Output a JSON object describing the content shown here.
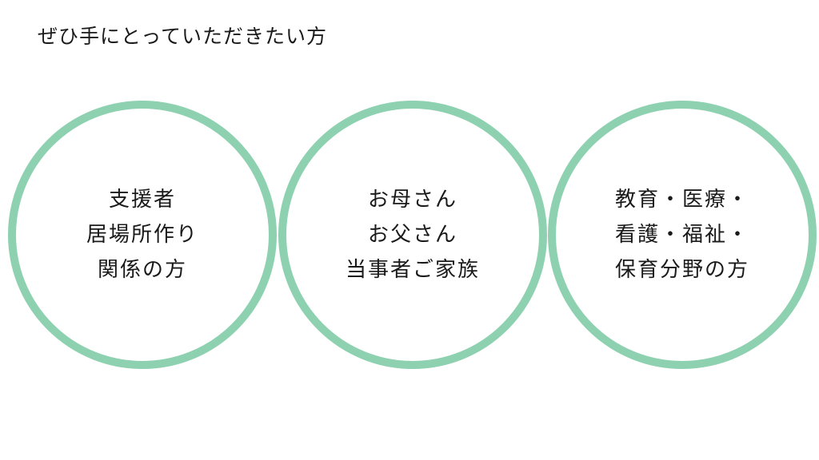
{
  "title": "ぜひ手にとっていただきたい方",
  "accent_color": "#8dd1b0",
  "audiences": [
    {
      "lines": [
        "支援者",
        "居場所作り",
        "関係の方"
      ]
    },
    {
      "lines": [
        "お母さん",
        "お父さん",
        "当事者ご家族"
      ]
    },
    {
      "lines": [
        "教育・医療・",
        "看護・福祉・",
        "保育分野の方"
      ]
    }
  ]
}
